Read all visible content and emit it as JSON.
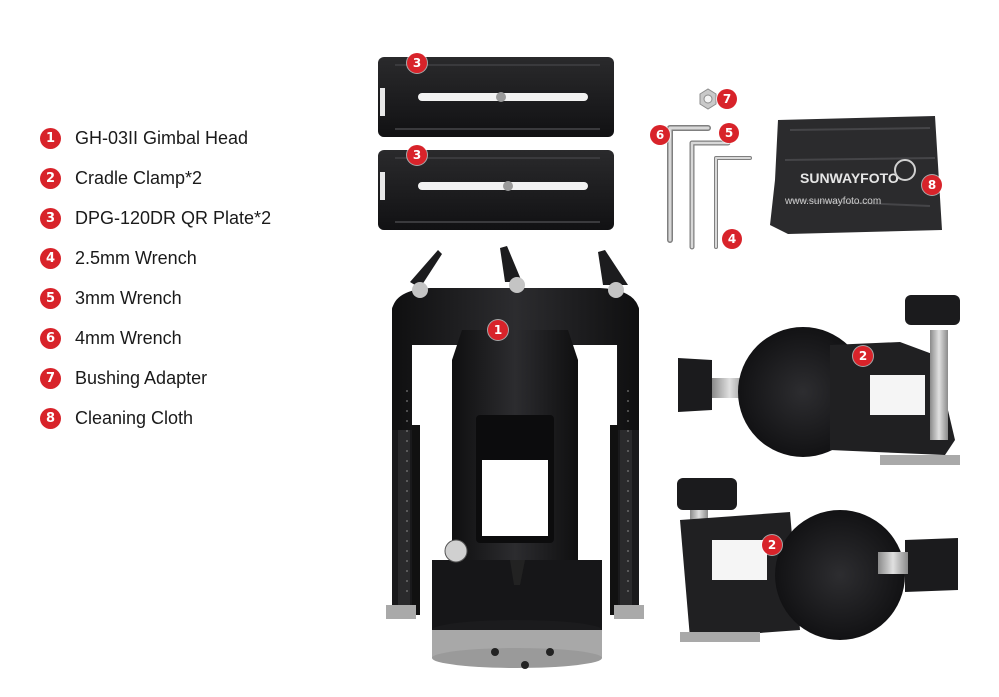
{
  "legend": [
    {
      "num": "1",
      "label": "GH-03II Gimbal Head"
    },
    {
      "num": "2",
      "label": "Cradle Clamp*2"
    },
    {
      "num": "3",
      "label": "DPG-120DR QR Plate*2"
    },
    {
      "num": "4",
      "label": "2.5mm Wrench"
    },
    {
      "num": "5",
      "label": "3mm Wrench"
    },
    {
      "num": "6",
      "label": "4mm Wrench"
    },
    {
      "num": "7",
      "label": "Bushing Adapter"
    },
    {
      "num": "8",
      "label": "Cleaning Cloth"
    }
  ],
  "cloth": {
    "brand": "SUNWAYFOTO",
    "url": "www.sunwayfoto.com"
  },
  "colors": {
    "accent": "#d8232a",
    "product": "#1c1c1e",
    "metal": "#b8b8b8"
  }
}
